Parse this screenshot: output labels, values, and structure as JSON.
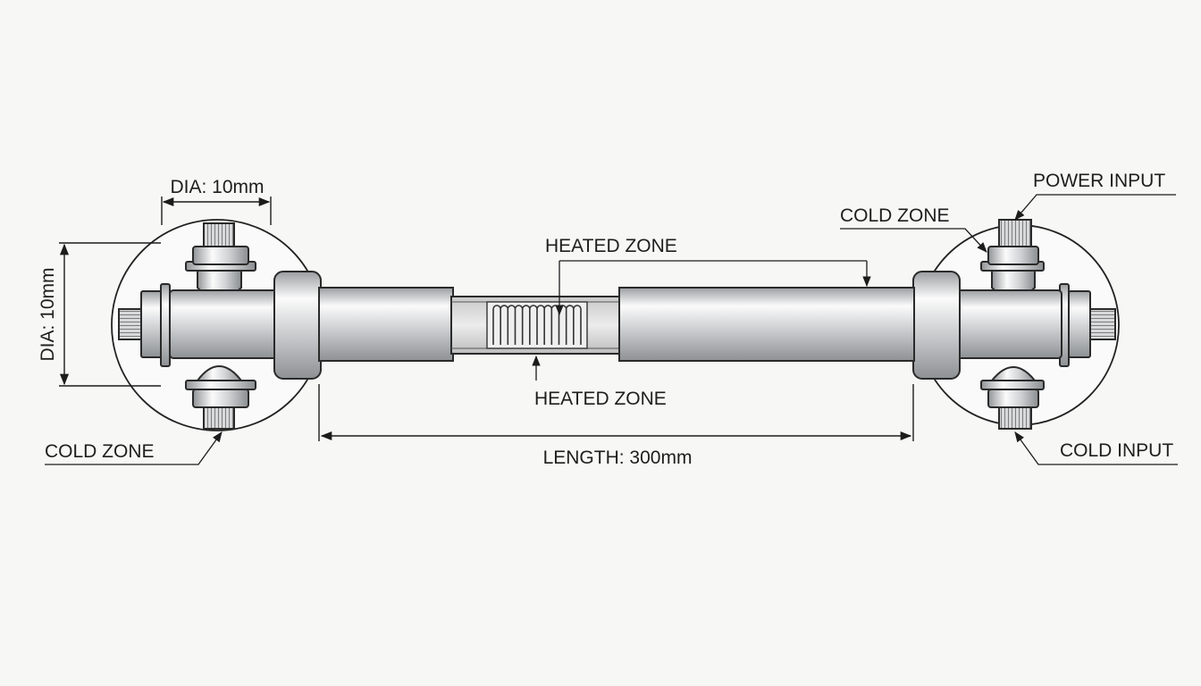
{
  "labels": {
    "dia_top": "DIA: 10mm",
    "dia_side": "DIA: 10mm",
    "heated_zone_top": "HEATED ZONE",
    "heated_zone_bottom": "HEATED ZONE",
    "cold_zone_left": "COLD ZONE",
    "cold_zone_right": "COLD ZONE",
    "power_input": "POWER INPUT",
    "cold_input": "COLD INPUT",
    "length": "LENGTH: 300mm"
  },
  "colors": {
    "background": "#f7f7f6",
    "line": "#1c1c1c",
    "metal_light": "#fbfbfb",
    "metal_mid": "#d2d4d6",
    "metal_dark": "#8e9194"
  }
}
